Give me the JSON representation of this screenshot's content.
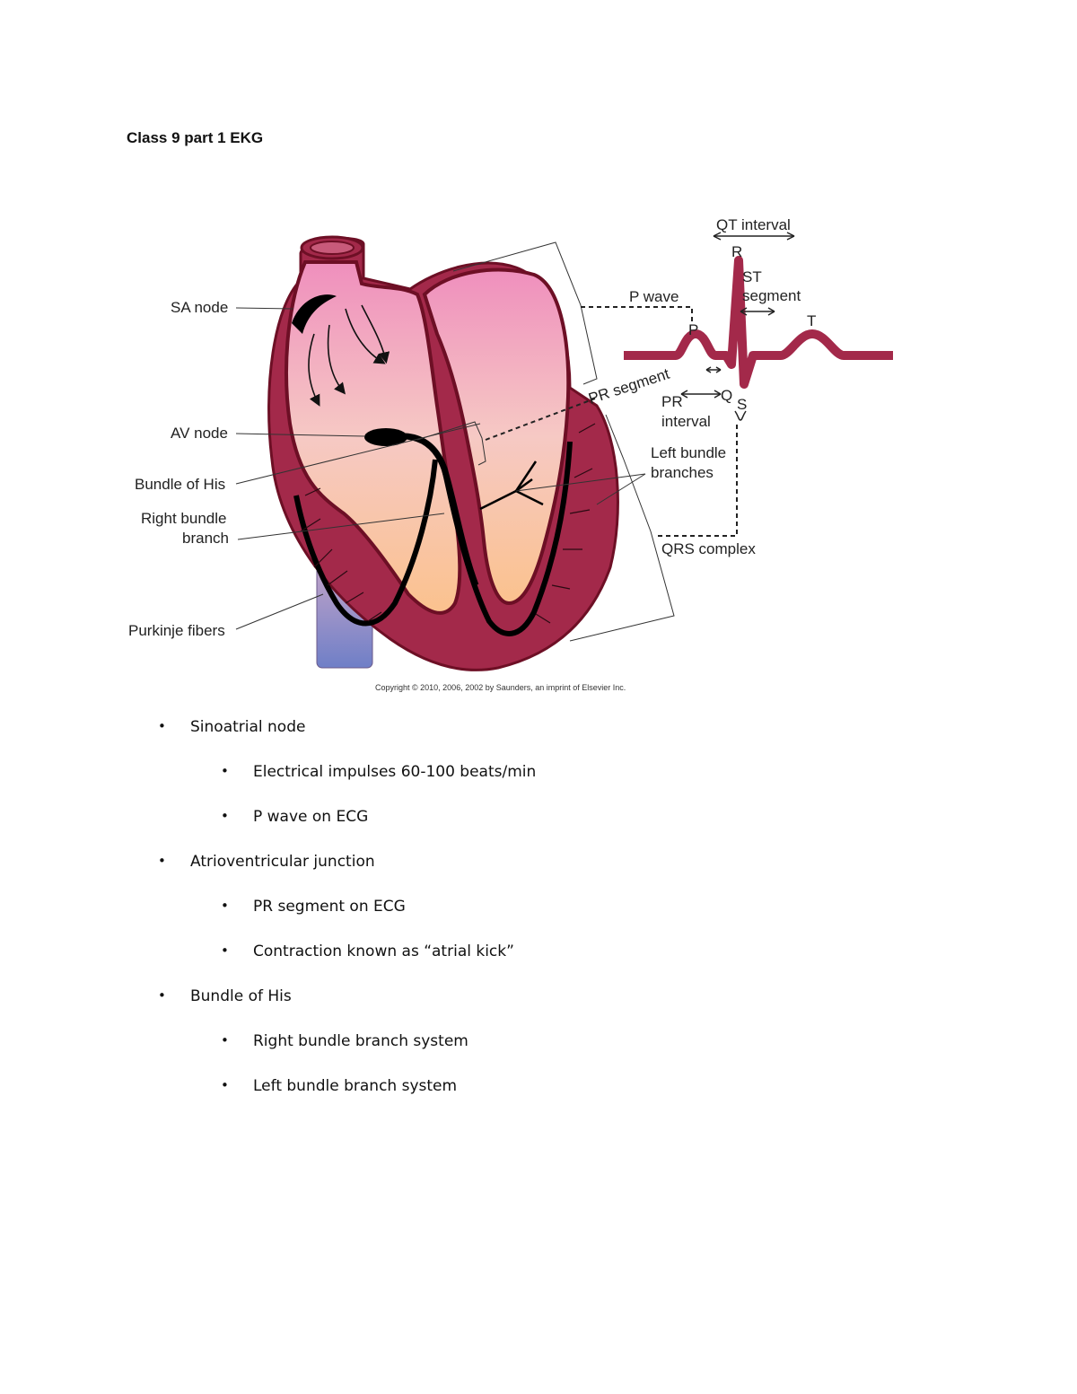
{
  "document": {
    "title": "Class 9 part 1 EKG"
  },
  "figure": {
    "labels": {
      "sa_node": "SA node",
      "av_node": "AV node",
      "bundle_of_his": "Bundle of His",
      "right_bundle_1": "Right bundle",
      "right_bundle_2": "branch",
      "purkinje": "Purkinje fibers",
      "left_bundle_1": "Left bundle",
      "left_bundle_2": "branches",
      "qrs_complex": "QRS complex",
      "qt_interval": "QT interval",
      "r": "R",
      "st_1": "ST",
      "st_2": "segment",
      "p_wave": "P wave",
      "p": "P",
      "t": "T",
      "q": "Q",
      "s": "S",
      "pr_segment": "PR segment",
      "pr_interval_1": "PR",
      "pr_interval_2": "interval"
    },
    "copyright": "Copyright © 2010, 2006, 2002 by Saunders, an imprint of Elsevier Inc.",
    "colors": {
      "myocardium": "#a3294a",
      "outline": "#7a1028",
      "ecg_trace": "#a3294a",
      "conduction": "#000000"
    }
  },
  "bullets": [
    {
      "text": "Sinoatrial node",
      "level": 1
    },
    {
      "text": "Electrical impulses 60-100 beats/min",
      "level": 2
    },
    {
      "text": "P wave on ECG",
      "level": 2
    },
    {
      "text": "Atrioventricular junction",
      "level": 1
    },
    {
      "text": "PR segment on ECG",
      "level": 2
    },
    {
      "text": "Contraction known as “atrial kick”",
      "level": 2
    },
    {
      "text": "Bundle of His",
      "level": 1
    },
    {
      "text": "Right bundle branch system",
      "level": 2
    },
    {
      "text": "Left bundle branch system",
      "level": 2
    }
  ]
}
